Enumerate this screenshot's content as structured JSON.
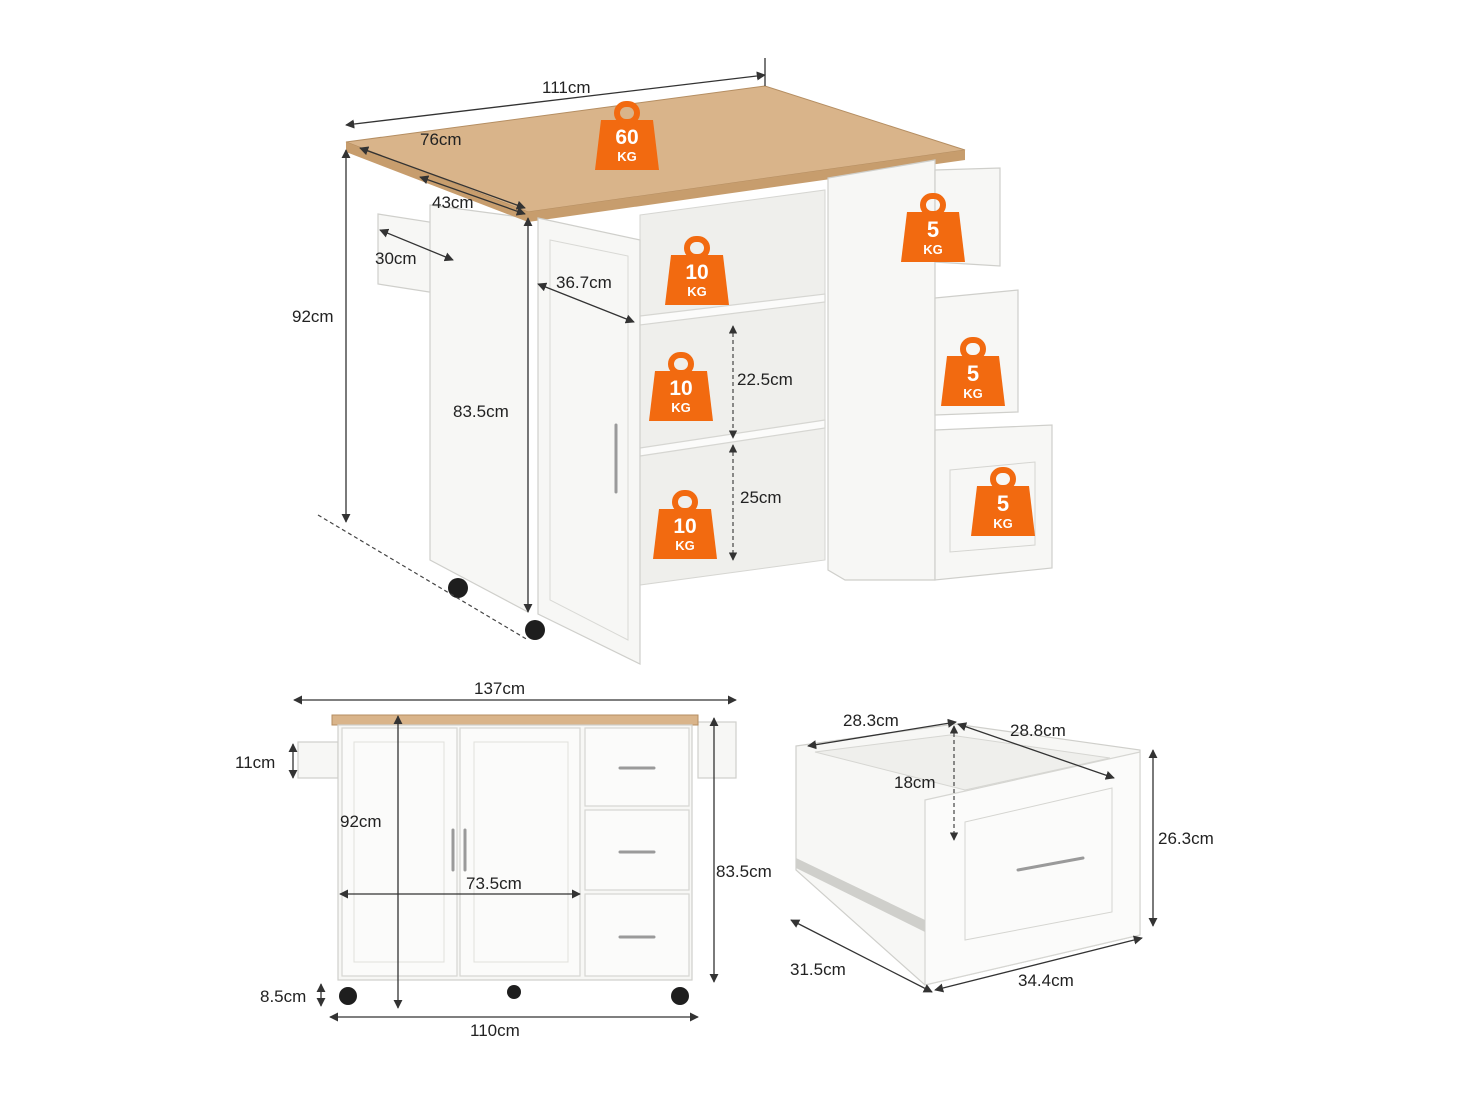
{
  "dimensions": {
    "top_width": "111cm",
    "top_depth": "76cm",
    "inner_depth": "43cm",
    "rack_width": "30cm",
    "total_height": "92cm",
    "cabinet_depth": "36.7cm",
    "body_height": "83.5cm",
    "shelf_gap_mid": "22.5cm",
    "shelf_gap_low": "25cm",
    "front_total_width": "137cm",
    "front_rack_height": "11cm",
    "front_height": "92cm",
    "front_door_width": "73.5cm",
    "front_body_height": "83.5cm",
    "front_wheel_height": "8.5cm",
    "front_base_width": "110cm",
    "drawer_inner_width": "28.3cm",
    "drawer_inner_depth": "28.8cm",
    "drawer_inner_height": "18cm",
    "drawer_front_height": "26.3cm",
    "drawer_depth": "31.5cm",
    "drawer_width": "34.4cm"
  },
  "load_badges": {
    "top": {
      "value": "60",
      "unit": "KG"
    },
    "shelf_top": {
      "value": "10",
      "unit": "KG"
    },
    "shelf_mid": {
      "value": "10",
      "unit": "KG"
    },
    "shelf_low": {
      "value": "10",
      "unit": "KG"
    },
    "drawer_1": {
      "value": "5",
      "unit": "KG"
    },
    "drawer_2": {
      "value": "5",
      "unit": "KG"
    },
    "drawer_3": {
      "value": "5",
      "unit": "KG"
    }
  },
  "colors": {
    "badge": "#f26a10",
    "wood": "#d9b48a",
    "cabinet": "#f7f7f5"
  },
  "icons": [
    "weight-icon"
  ]
}
